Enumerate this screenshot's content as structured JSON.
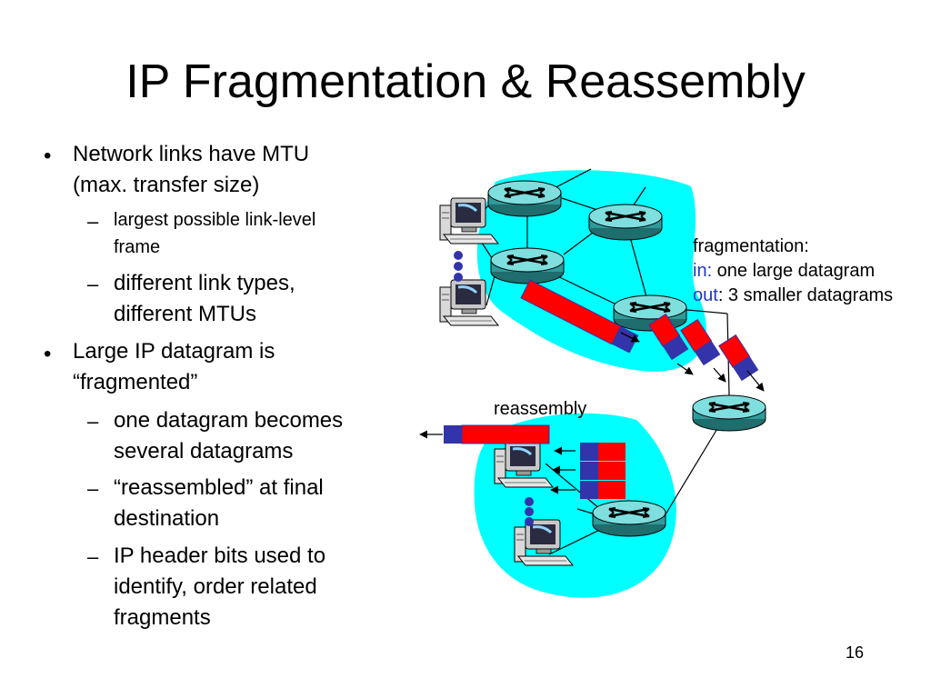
{
  "title": "IP Fragmentation & Reassembly",
  "bullets": [
    {
      "text": [
        "Network links have MTU",
        "(max. transfer size)"
      ],
      "sub": [
        {
          "text": [
            "largest possible link-level",
            "frame"
          ]
        },
        {
          "text": [
            "different link types,",
            "different MTUs"
          ]
        }
      ]
    },
    {
      "text": [
        "Large IP datagram is",
        "“fragmented”"
      ],
      "sub": [
        {
          "text": [
            "one datagram becomes",
            "several datagrams"
          ]
        },
        {
          "text": [
            "“reassembled” at final",
            "destination"
          ]
        },
        {
          "text": [
            "IP header bits used to",
            "identify, order related",
            "fragments"
          ]
        }
      ]
    }
  ],
  "bullet_symbol": "•",
  "dash_symbol": "–",
  "diagram": {
    "fragmentation_label": "fragmentation:",
    "in_label": "in:",
    "in_text": " one large datagram",
    "out_label": "out",
    "out_text": ": 3 smaller datagrams",
    "reassembly_label": "reassembly"
  },
  "colors": {
    "network_fill": "#00ffff",
    "router_fill": "#2f9a9a",
    "fragment_data": "#ff0000",
    "fragment_header": "#3333aa",
    "accent_blue": "#1f36c9"
  },
  "icons": [
    "router-icon",
    "computer-icon",
    "ellipsis-dots-icon",
    "arrow-icon"
  ],
  "page_number": "16"
}
